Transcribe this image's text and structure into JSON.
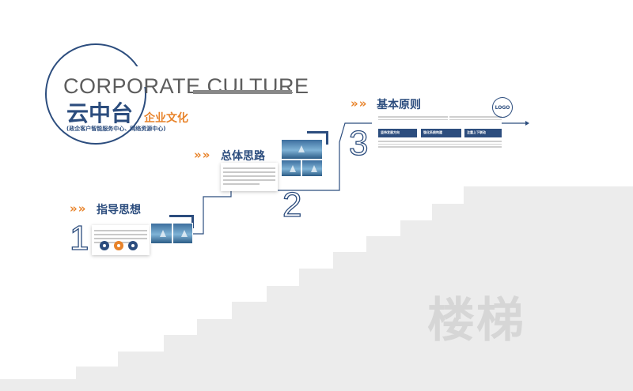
{
  "brand": {
    "english_title": "CORPORATE CULTURE",
    "chinese_title": "云中台",
    "chinese_subtitle": "企业文化",
    "description": "(政企客户智能服务中心、网络资源中心)"
  },
  "sections": [
    {
      "number": "1",
      "title": "指导思想"
    },
    {
      "number": "2",
      "title": "总体思路"
    },
    {
      "number": "3",
      "title": "基本原则"
    }
  ],
  "principles": [
    "坚持发展方向",
    "强化系统构建",
    "注重上下联动"
  ],
  "logo_text": "LOGO",
  "stair_label": "楼梯",
  "colors": {
    "navy": "#2c4d7e",
    "orange": "#e8832a",
    "stair_gray": "#ececec"
  }
}
